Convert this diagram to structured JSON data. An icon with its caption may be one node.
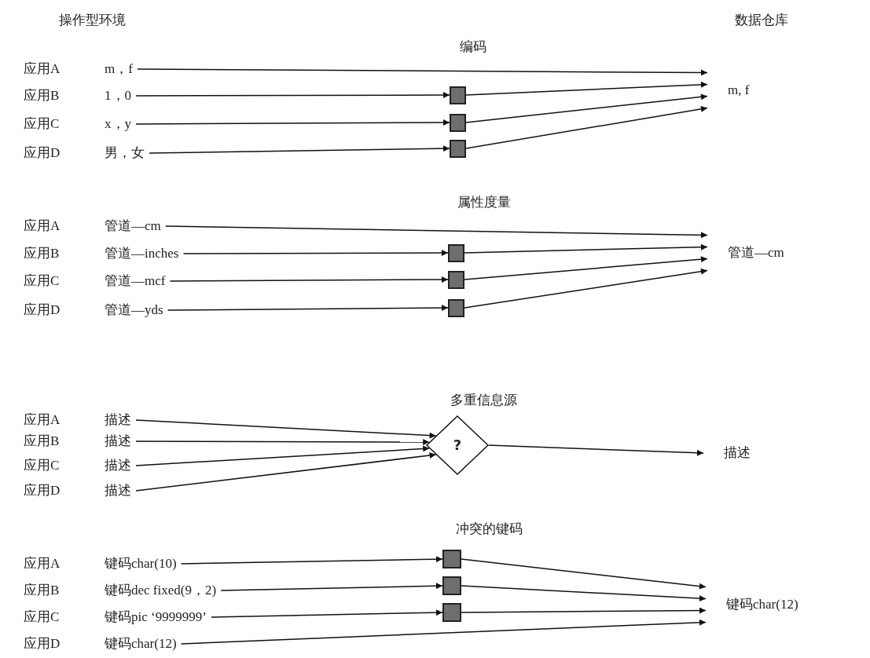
{
  "diagram": {
    "nodes": [
      {
        "text": [
          "应用A",
          "m，f"
        ]
      },
      {
        "text": [
          "应用B",
          "1，0"
        ]
      },
      {
        "text": [
          "应用C",
          "x，y"
        ]
      },
      {
        "text": [
          "应用D",
          "男，女"
        ]
      },
      {
        "text": [],
        "shape": "box"
      },
      {
        "text": [],
        "shape": "box"
      },
      {
        "text": [],
        "shape": "box"
      },
      {
        "text": [
          "m, f"
        ]
      },
      {
        "text": [
          "应用A",
          "管道—cm"
        ]
      },
      {
        "text": [
          "应用B",
          "管道—inches"
        ]
      },
      {
        "text": [
          "应用C",
          "管道—mcf"
        ]
      },
      {
        "text": [
          "应用D",
          "管道—yds"
        ]
      },
      {
        "text": [],
        "shape": "box"
      },
      {
        "text": [],
        "shape": "box"
      },
      {
        "text": [],
        "shape": "box"
      },
      {
        "text": [
          "管道—cm"
        ]
      },
      {
        "text": [
          "应用A",
          "描述"
        ]
      },
      {
        "text": [
          "应用B",
          "描述"
        ]
      },
      {
        "text": [
          "应用C",
          "描述"
        ]
      },
      {
        "text": [
          "应用D",
          "描述"
        ]
      },
      {
        "text": [
          "?"
        ]
      },
      {
        "text": [
          "描述"
        ]
      },
      {
        "text": [
          "应用A",
          "键码char(10)"
        ]
      },
      {
        "text": [
          "应用B",
          "键码dec fixed(9，2)"
        ]
      },
      {
        "text": [
          "应用C",
          "键码pic ‘9999999’"
        ]
      },
      {
        "text": [
          "应用D",
          "键码char(12)"
        ]
      },
      {
        "text": [],
        "shape": "box"
      },
      {
        "text": [],
        "shape": "box"
      },
      {
        "text": [],
        "shape": "box"
      },
      {
        "text": [
          "键码char(12)"
        ]
      }
    ],
    "edges": [
      {
        "from": 0,
        "to": 7,
        "arrow": "to"
      },
      {
        "from": 1,
        "to": 4,
        "arrow": "to"
      },
      {
        "from": 2,
        "to": 5,
        "arrow": "to"
      },
      {
        "from": 3,
        "to": 6,
        "arrow": "to"
      },
      {
        "from": 4,
        "to": 7,
        "arrow": "to"
      },
      {
        "from": 5,
        "to": 7,
        "arrow": "to"
      },
      {
        "from": 6,
        "to": 7,
        "arrow": "to"
      },
      {
        "from": 8,
        "to": 15,
        "arrow": "to"
      },
      {
        "from": 9,
        "to": 12,
        "arrow": "to"
      },
      {
        "from": 10,
        "to": 13,
        "arrow": "to"
      },
      {
        "from": 11,
        "to": 14,
        "arrow": "to"
      },
      {
        "from": 12,
        "to": 15,
        "arrow": "to"
      },
      {
        "from": 13,
        "to": 15,
        "arrow": "to"
      },
      {
        "from": 14,
        "to": 15,
        "arrow": "to"
      },
      {
        "from": 16,
        "to": 20,
        "arrow": "to"
      },
      {
        "from": 17,
        "to": 20,
        "arrow": "to"
      },
      {
        "from": 18,
        "to": 20,
        "arrow": "to"
      },
      {
        "from": 19,
        "to": 20,
        "arrow": "to"
      },
      {
        "from": 20,
        "to": 21,
        "arrow": "to"
      },
      {
        "from": 22,
        "to": 26,
        "arrow": "to"
      },
      {
        "from": 23,
        "to": 27,
        "arrow": "to"
      },
      {
        "from": 24,
        "to": 28,
        "arrow": "to"
      },
      {
        "from": 26,
        "to": 29,
        "arrow": "to"
      },
      {
        "from": 27,
        "to": 29,
        "arrow": "to"
      },
      {
        "from": 28,
        "to": 29,
        "arrow": "to"
      },
      {
        "from": 25,
        "to": 29,
        "arrow": "to"
      }
    ],
    "labels": [
      "操作型环境",
      "数据仓库",
      "编码",
      "属性度量",
      "多重信息源",
      "冲突的键码"
    ]
  }
}
